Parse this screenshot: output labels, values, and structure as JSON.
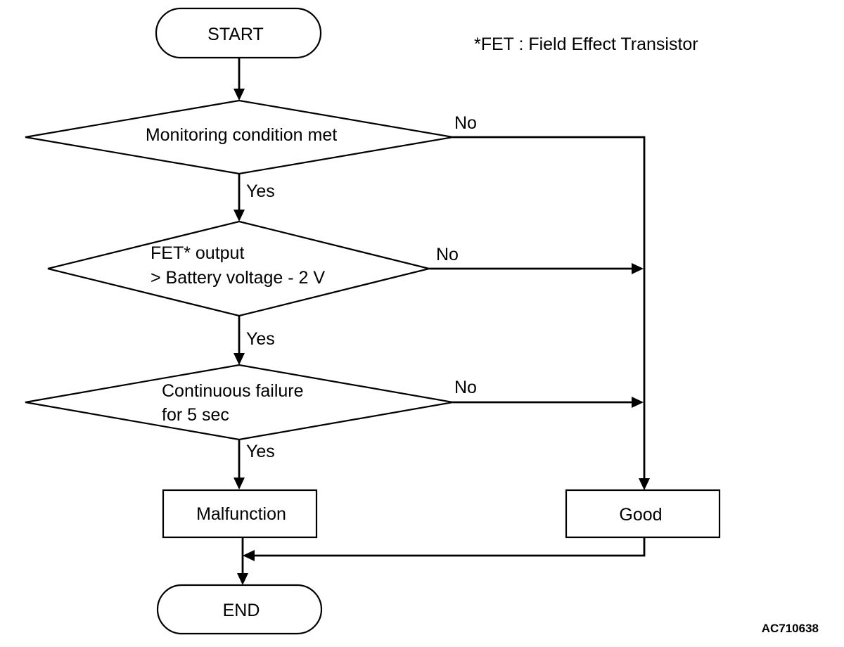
{
  "footnote": "*FET : Field Effect Transistor",
  "figure_code": "AC710638",
  "nodes": {
    "start": "START",
    "decision1": "Monitoring condition met",
    "decision2_line1": "FET* output",
    "decision2_line2": "> Battery voltage - 2 V",
    "decision3_line1": "Continuous failure",
    "decision3_line2": "for 5 sec",
    "malfunction": "Malfunction",
    "good": "Good",
    "end": "END"
  },
  "edges": {
    "d1_no": "No",
    "d1_yes": "Yes",
    "d2_no": "No",
    "d2_yes": "Yes",
    "d3_no": "No",
    "d3_yes": "Yes"
  }
}
